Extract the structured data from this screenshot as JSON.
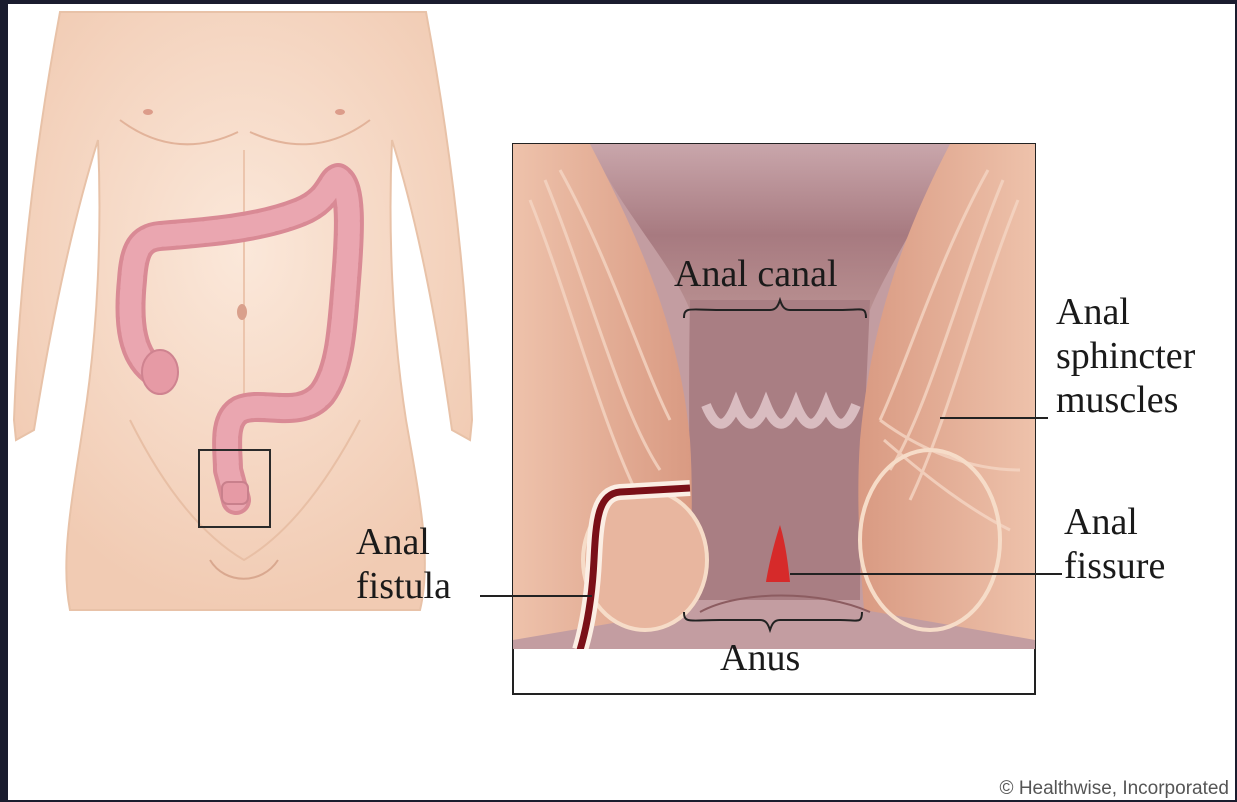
{
  "labels": {
    "anal_canal": "Anal canal",
    "anal_sphincter_muscles": [
      "Anal",
      "sphincter",
      "muscles"
    ],
    "anal_fissure": [
      "Anal",
      "fissure"
    ],
    "anal_fistula": [
      "Anal",
      "fistula"
    ],
    "anus": "Anus"
  },
  "credit": "© Healthwise, Incorporated",
  "colors": {
    "skin": "#f6dcc8",
    "colon": "#e7a0a8",
    "muscle": "#e6b19a",
    "lumen": "#a9787c",
    "fissure": "#d62a2a",
    "fistula": "#7a1018"
  }
}
